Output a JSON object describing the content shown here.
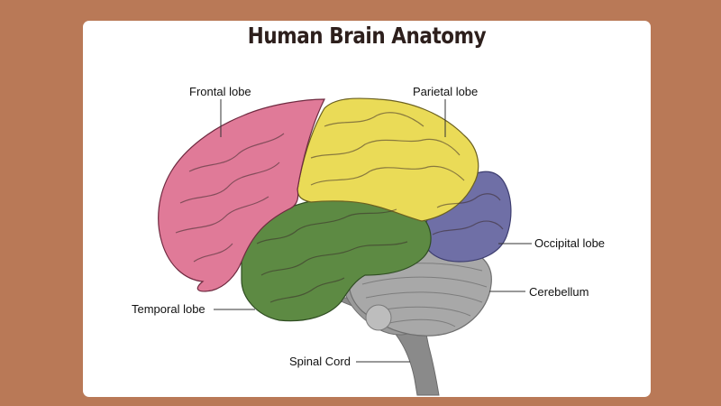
{
  "title": "Human Brain Anatomy",
  "labels": {
    "frontal": "Frontal lobe",
    "parietal": "Parietal lobe",
    "occipital": "Occipital lobe",
    "cerebellum": "Cerebellum",
    "temporal": "Temporal lobe",
    "spinal": "Spinal Cord"
  },
  "colors": {
    "page_background": "#b97957",
    "frontal": "#e07a98",
    "parietal": "#eadb57",
    "temporal": "#5d8a43",
    "occipital": "#6f6fa6",
    "cerebellum": "#9c9c9c",
    "brainstem": "#8a8a8a"
  }
}
